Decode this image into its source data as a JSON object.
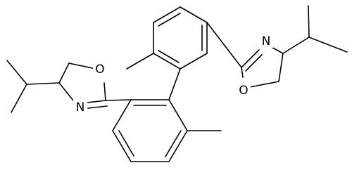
{
  "molecule": {
    "atoms": {
      "left_oxygen": "O",
      "left_nitrogen": "N",
      "right_oxygen": "O",
      "right_nitrogen": "N"
    }
  }
}
